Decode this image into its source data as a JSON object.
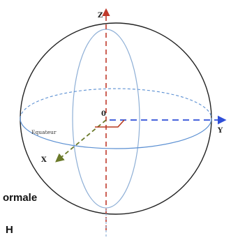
{
  "diagram": {
    "axes": {
      "z": {
        "label": "Z",
        "color": "#c0392b"
      },
      "y": {
        "label": "Y",
        "color": "#2f4fd8"
      },
      "x": {
        "label": "X",
        "color": "#6b7a2a"
      },
      "origin": {
        "label": "0"
      }
    },
    "equator_label": "Equateur",
    "colors": {
      "sphere_outline": "#222222",
      "meridian": "#8eafd6",
      "equator": "#5a8fd2",
      "angle_marker": "#b83a1e"
    }
  },
  "captions": [
    {
      "text": "ormale"
    },
    {
      "text": "H"
    }
  ]
}
